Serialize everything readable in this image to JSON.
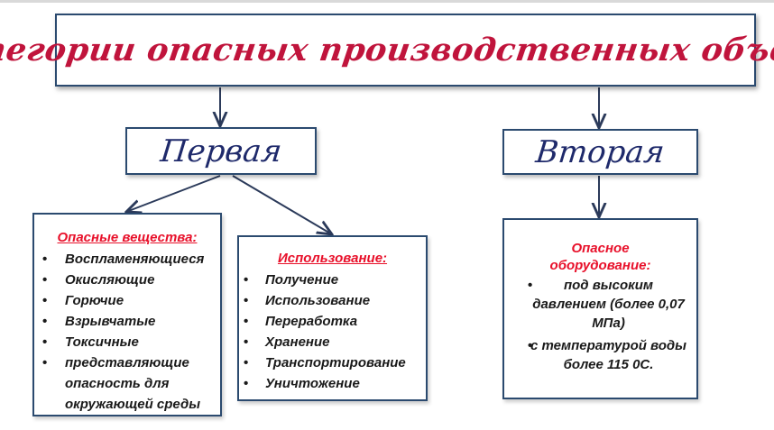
{
  "title": "Категории опасных производственных объектов",
  "categories": [
    {
      "name": "Первая",
      "groups": [
        {
          "heading": "Опасные вещества:",
          "items": [
            "Воспламеняющиеся",
            "Окисляющие",
            "Горючие",
            "Взрывчатые",
            "Токсичные",
            "представляющие опасность для окружающей среды"
          ]
        },
        {
          "heading": "Использование:",
          "items": [
            "Получение",
            "Использование",
            "Переработка",
            "Хранение",
            "Транспортирование",
            "Уничтожение"
          ]
        }
      ]
    },
    {
      "name": "Вторая",
      "groups": [
        {
          "heading": "Опасное оборудование:",
          "items": [
            "под высоким давлением (более 0,07 МПа)",
            "с температурой воды более 115 0С."
          ]
        }
      ]
    }
  ],
  "colors": {
    "title": "#c0143c",
    "category": "#1f2a6b",
    "heading": "#e8102a",
    "border": "#2b4a6f",
    "arrow": "#2b3a5a"
  }
}
